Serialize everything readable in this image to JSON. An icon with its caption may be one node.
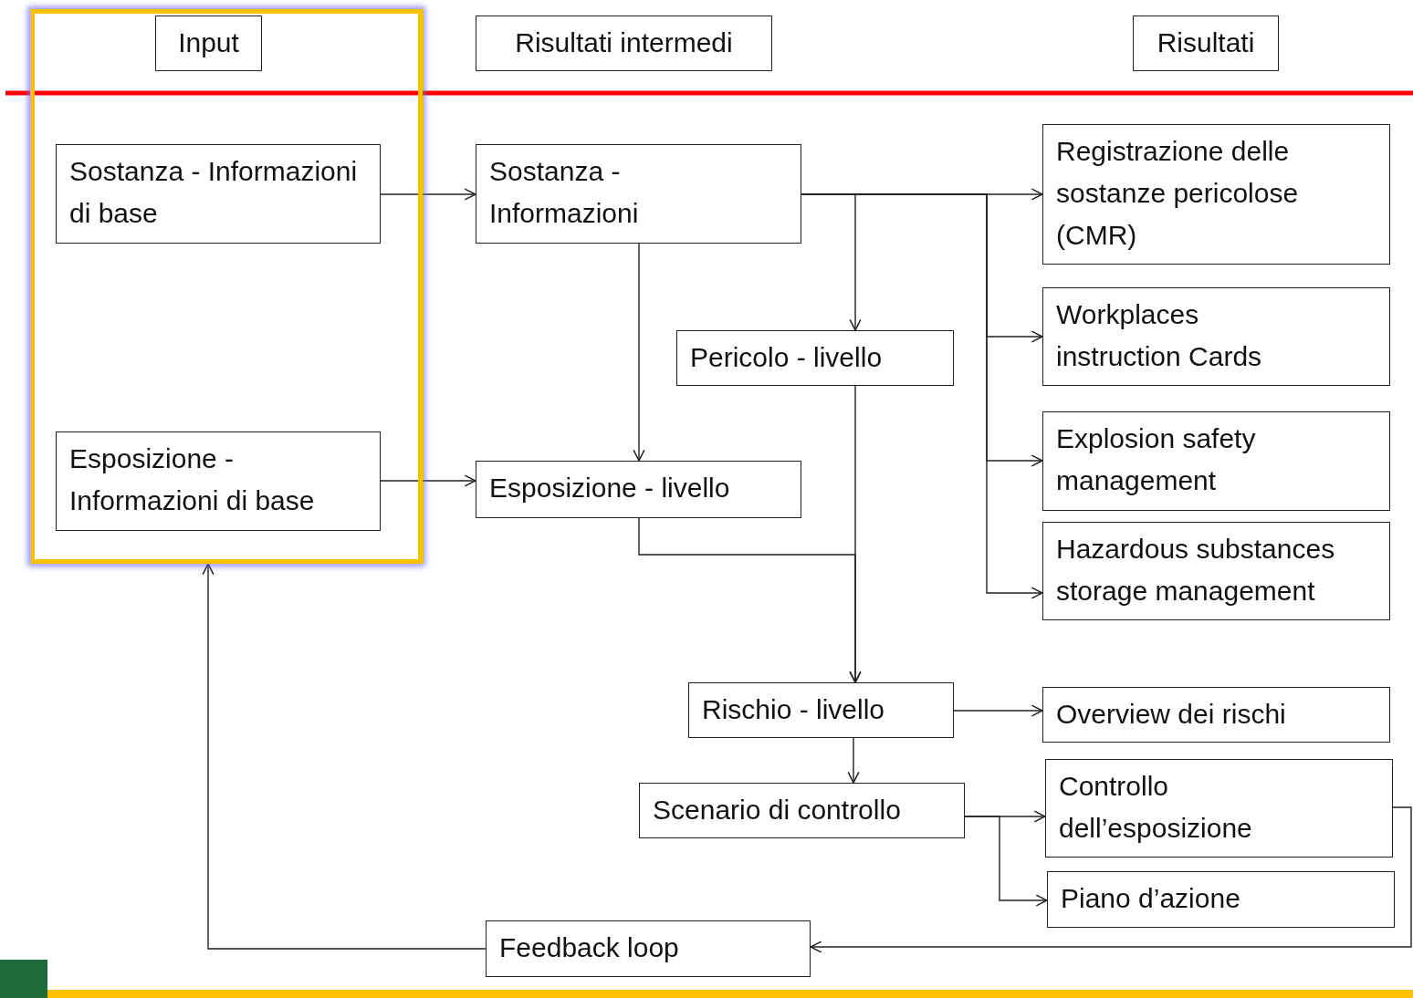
{
  "diagram": {
    "nodes": [
      {
        "text": [],
        "shape": "box"
      },
      {
        "text": [
          "Input"
        ],
        "in": 0
      },
      {
        "text": [
          "Risultati intermedi"
        ]
      },
      {
        "text": [
          "Risultati"
        ]
      },
      {
        "text": [
          "Sostanza - Informazioni di base"
        ],
        "in": 0
      },
      {
        "text": [
          "Esposizione - Informazioni di base"
        ],
        "in": 0
      },
      {
        "text": [
          "Sostanza - Informazioni"
        ]
      },
      {
        "text": [
          "Pericolo - livello"
        ]
      },
      {
        "text": [
          "Esposizione - livello"
        ]
      },
      {
        "text": [
          "Registrazione delle sostanze pericolose (CMR)"
        ]
      },
      {
        "text": [
          "Workplaces instruction Cards"
        ]
      },
      {
        "text": [
          "Explosion safety management"
        ]
      },
      {
        "text": [
          "Hazardous substances storage management"
        ]
      },
      {
        "text": [
          "Rischio - livello"
        ]
      },
      {
        "text": [
          "Overview dei rischi"
        ]
      },
      {
        "text": [
          "Scenario di controllo"
        ]
      },
      {
        "text": [
          "Controllo dell’esposizione"
        ]
      },
      {
        "text": [
          "Piano d’azione"
        ]
      },
      {
        "text": [
          "Feedback loop"
        ]
      }
    ],
    "edges": [
      {
        "from": 4,
        "to": 6,
        "arrow": "to"
      },
      {
        "from": 5,
        "to": 8,
        "arrow": "to"
      },
      {
        "from": 6,
        "to": 8,
        "arrow": "to"
      },
      {
        "from": 6,
        "to": 7,
        "arrow": "to"
      },
      {
        "from": 6,
        "to": 9,
        "arrow": "to"
      },
      {
        "from": 6,
        "to": 10,
        "arrow": "to"
      },
      {
        "from": 6,
        "to": 11,
        "arrow": "to"
      },
      {
        "from": 6,
        "to": 12,
        "arrow": "to"
      },
      {
        "from": 7,
        "to": 13,
        "arrow": "to"
      },
      {
        "from": 8,
        "to": 13,
        "arrow": "to"
      },
      {
        "from": 13,
        "to": 14,
        "arrow": "to"
      },
      {
        "from": 13,
        "to": 15,
        "arrow": "to"
      },
      {
        "from": 15,
        "to": 16,
        "arrow": "to"
      },
      {
        "from": 15,
        "to": 17,
        "arrow": "to"
      },
      {
        "from": 16,
        "to": 18,
        "arrow": "to"
      },
      {
        "from": 18,
        "to": 0,
        "arrow": "to"
      }
    ]
  }
}
